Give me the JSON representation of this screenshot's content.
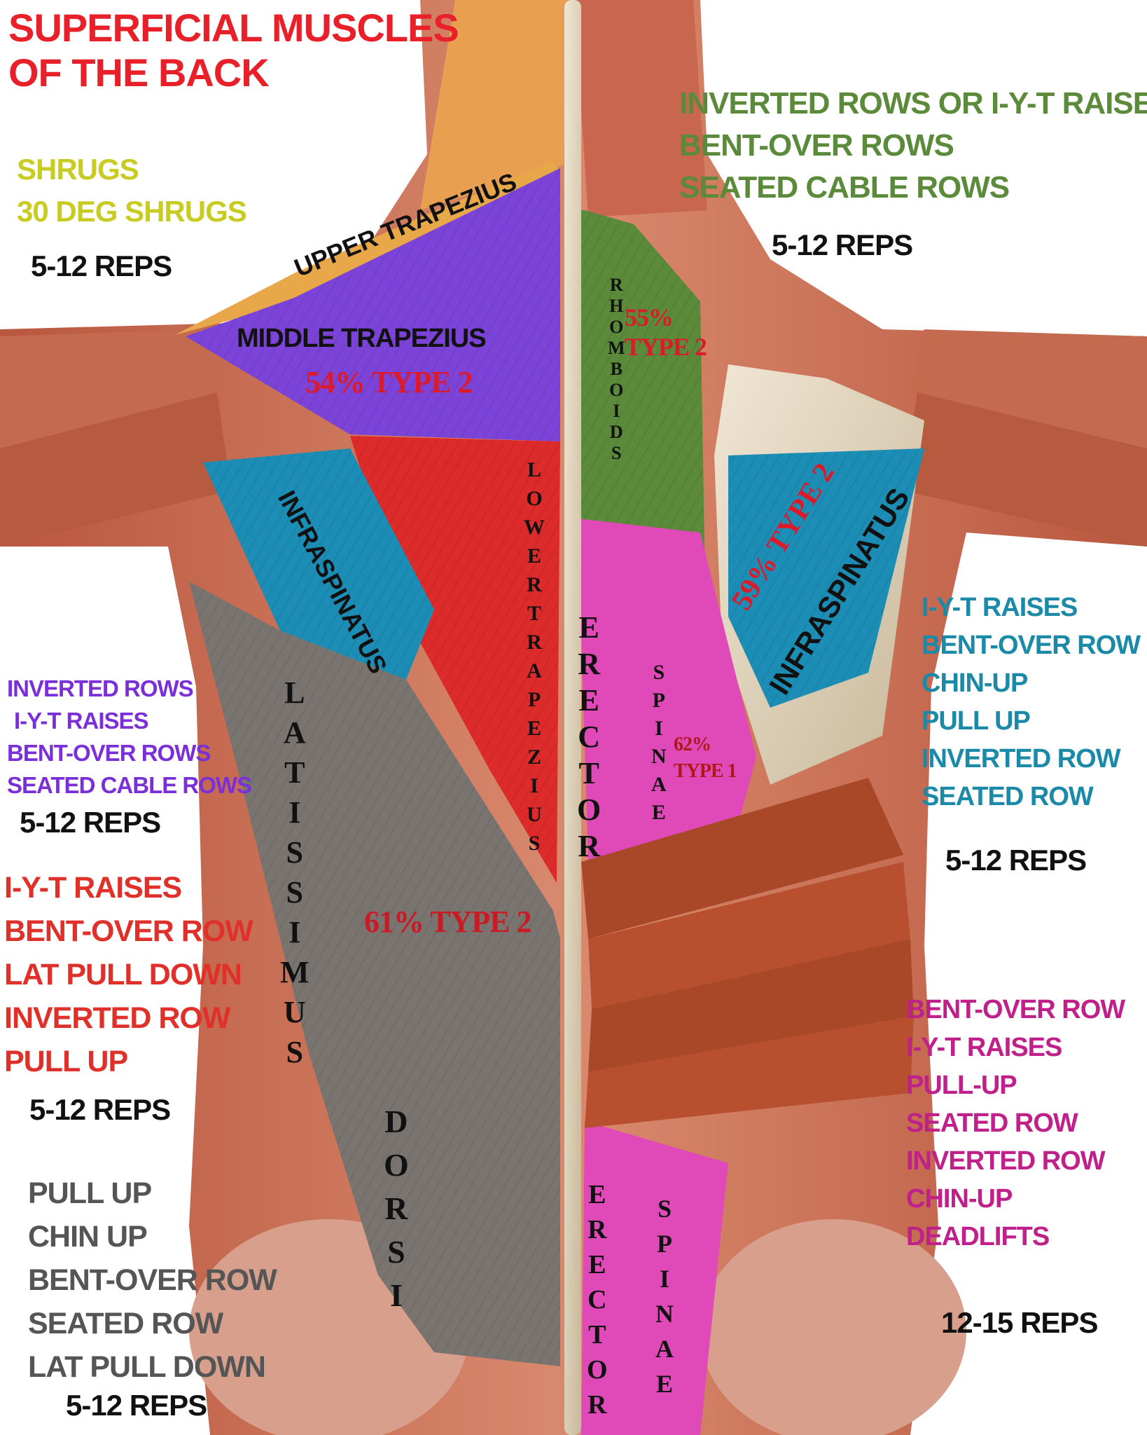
{
  "title": [
    "SUPERFICIAL MUSCLES",
    "OF THE BACK"
  ],
  "colors": {
    "title": "#e8202a",
    "yellow": "#c8cc22",
    "green": "#5a8a3a",
    "purple": "#7a2fd8",
    "red": "#e0302a",
    "teal": "#1a8aa8",
    "magenta": "#c0208a",
    "gray": "#555555",
    "dark_red": "#b01818",
    "skin": "#d9866a"
  },
  "muscles": {
    "upper_trapezius": "UPPER TRAPEZIUS",
    "middle_trapezius": "MIDDLE TRAPEZIUS",
    "middle_trapezius_pct": "54%  TYPE 2",
    "rhomboids_letters": [
      "R",
      "H",
      "O",
      "M",
      "B",
      "O",
      "I",
      "D",
      "S"
    ],
    "rhomboids_pct": [
      "55%",
      "TYPE 2"
    ],
    "infraspinatus_left": "INFRASPINATUS",
    "infraspinatus_right": "INFRASPINATUS",
    "infraspinatus_right_pct": "59% TYPE 2",
    "lower_trapezius_letters": [
      "L",
      "O",
      "W",
      "E",
      "R",
      "T",
      "R",
      "A",
      "P",
      "E",
      "Z",
      "I",
      "U",
      "S"
    ],
    "erector_letters": [
      "E",
      "R",
      "E",
      "C",
      "T",
      "O",
      "R"
    ],
    "spinae_letters": [
      "S",
      "P",
      "I",
      "N",
      "A",
      "E"
    ],
    "erector_spinae_pct": [
      "62%",
      "TYPE 1"
    ],
    "latissimus_letters": [
      "L",
      "A",
      "T",
      "I",
      "S",
      "S",
      "I",
      "M",
      "U",
      "S"
    ],
    "dorsi_letters": [
      "D",
      "O",
      "R",
      "S",
      "I"
    ],
    "latissimus_pct": "61% TYPE 2",
    "lower_erector_letters": [
      "E",
      "R",
      "E",
      "C",
      "T",
      "O",
      "R"
    ],
    "lower_spinae_letters": [
      "S",
      "P",
      "I",
      "N",
      "A",
      "E"
    ]
  },
  "exercises": {
    "shrugs": [
      "SHRUGS",
      "30 DEG SHRUGS"
    ],
    "shrugs_reps": "5-12 REPS",
    "rhomboids": [
      "INVERTED ROWS OR I-Y-T RAISES",
      "BENT-OVER ROWS",
      "SEATED CABLE ROWS"
    ],
    "rhomboids_reps": "5-12 REPS",
    "middle_trap": [
      "INVERTED ROWS",
      "I-Y-T RAISES",
      "BENT-OVER ROWS",
      "SEATED CABLE ROWS"
    ],
    "middle_trap_reps": "5-12 REPS",
    "lower_trap": [
      "I-Y-T RAISES",
      "BENT-OVER ROW",
      "LAT PULL DOWN",
      "INVERTED ROW",
      "PULL UP"
    ],
    "lower_trap_reps": "5-12 REPS",
    "lats": [
      "PULL UP",
      "CHIN UP",
      "BENT-OVER ROW",
      "SEATED ROW",
      "LAT PULL DOWN"
    ],
    "lats_reps": "5-12 REPS",
    "infraspinatus": [
      "I-Y-T RAISES",
      "BENT-OVER ROW",
      "CHIN-UP",
      "PULL UP",
      "INVERTED ROW",
      "SEATED ROW"
    ],
    "infraspinatus_reps": "5-12 REPS",
    "erector": [
      "BENT-OVER ROW",
      "I-Y-T RAISES",
      "PULL-UP",
      "SEATED ROW",
      "INVERTED ROW",
      "CHIN-UP",
      "DEADLIFTS"
    ],
    "erector_reps": "12-15 REPS"
  }
}
